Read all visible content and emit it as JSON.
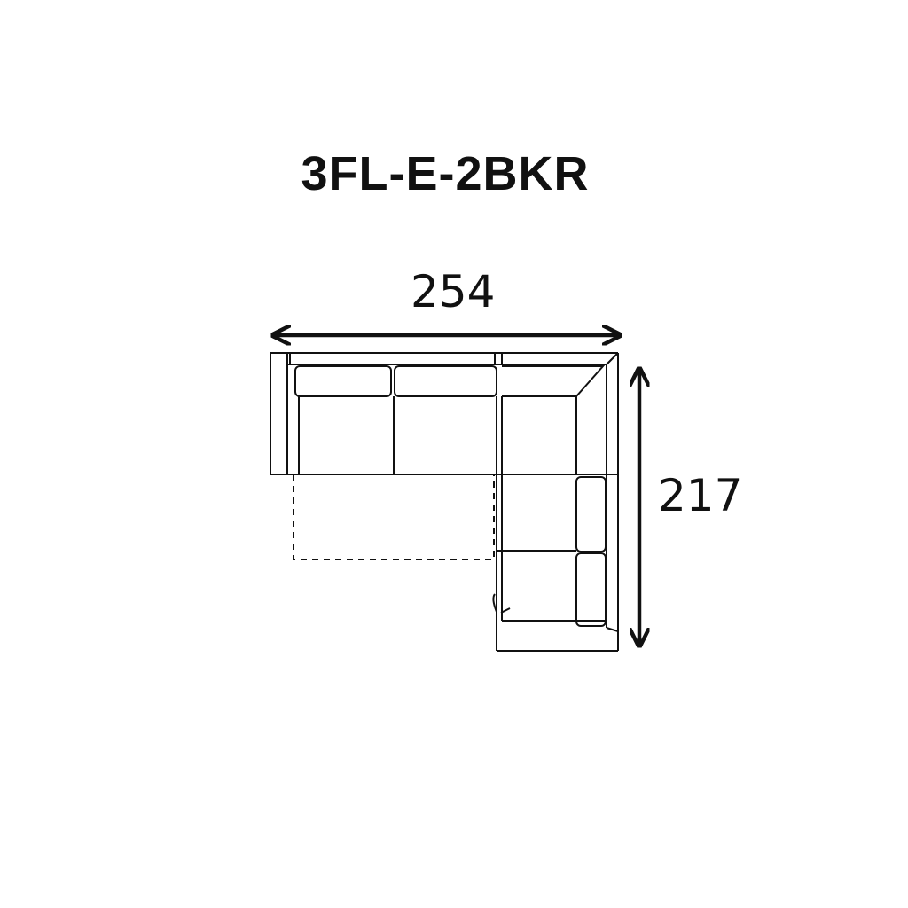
{
  "product": {
    "model_code": "3FL-E-2BKR"
  },
  "dimensions": {
    "width": "254",
    "depth": "217"
  },
  "colors": {
    "line": "#111111",
    "background": "#ffffff"
  }
}
